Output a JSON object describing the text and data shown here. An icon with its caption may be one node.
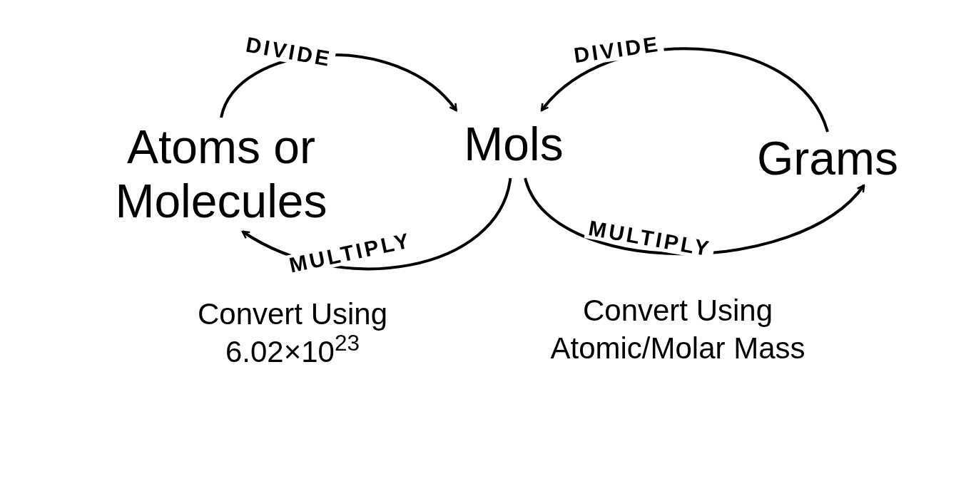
{
  "diagram": {
    "nodes": [
      {
        "text": [
          "Atoms or Molecules"
        ]
      },
      {
        "text": [
          "Mols"
        ]
      },
      {
        "text": [
          "Grams"
        ]
      }
    ],
    "edges": [
      {
        "from": 0,
        "to": 1,
        "arrow": "to",
        "label": "DIVIDE"
      },
      {
        "from": 1,
        "to": 0,
        "arrow": "to",
        "label": "MULTIPLY"
      },
      {
        "from": 2,
        "to": 1,
        "arrow": "to",
        "label": "DIVIDE"
      },
      {
        "from": 1,
        "to": 2,
        "arrow": "to",
        "label": "MULTIPLY"
      }
    ],
    "labels": [
      "Convert Using 6.02×10$^{23}$",
      "Convert Using Atomic/Molar Mass"
    ]
  }
}
